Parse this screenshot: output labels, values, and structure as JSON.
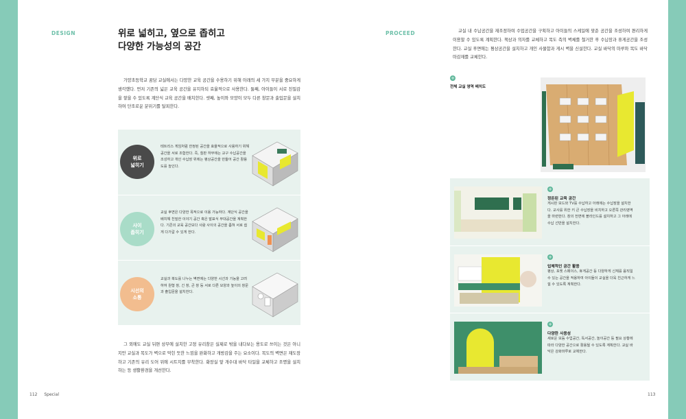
{
  "left": {
    "section_label": "DESIGN",
    "headline_l1": "위로 넓히고, 옆으로 좁히고",
    "headline_l2": "다양한 가능성의 공간",
    "intro": "가양초등학교 꿈담 교실에서는 다양한 교육 공간을 수용하기 위해 아래의 세 가지 부분을 중요하게 생각했다. 먼저 기존의 넓은 교육 공간을 유지하되 효율적으로 사용한다. 둘째, 아이들이 서로 친밀감을 쌓을 수 있도록 계단식 교육 공간을 배치한다. 셋째, 높이와 모양이 모두 다른 창문과 출입문을 설치하여 단조로운 분위기를 탈피한다.",
    "rows": [
      {
        "circle": "위로\n넓히기",
        "color": "#4a4a4a",
        "text": "테트리스 게임처럼 한정된 공간을 효율적으로 사용하기 위해 공간을 서로 조합한다. 즉, 칠판 하부에는 교구 수납공간을 조성하고 개인 수납장 위에는 평상공간을 만들어 공간 활용도를 높인다."
      },
      {
        "circle": "사이\n좁히기",
        "color": "#a9dcc8",
        "text": "교실 후면은 다양한 목적으로 이용 가능하다. 계단식 공간을 배치해 친밀한 이야기 공간 혹은 발표식 무대공간을 계획한다. 기존의 교육 공간보다 사람 사이의 공간을 좁혀 서로 쉽게 다가갈 수 있게 한다."
      },
      {
        "circle": "시선의\n소통",
        "color": "#f2bd8f",
        "text": "교실과 복도를 나누는 벽면에는 다양한 시선과 기능을 고려하여 원형 창, 긴 창, 큰 창 등 서로 다른 모양과 높이의 창문과 출입문을 설치한다."
      }
    ],
    "outro": "그 외에도 교실 뒤편 상부에 설치한 고정 유리창은 실제로 밖을 내다보는 용도로 쓰이는 것은 아니지만 교실과 복도가 벽으로 막힌 듯한 느낌을 완화하고 개방감을 주는 요소이다. 복도의 벽면은 재도장하고 기존의 유리 도어 위에 시트지를 부착한다. 화장실 앞 개수대 바닥 타일을 교체하고 조명을 설치하는 등 생활환경을 개선한다.",
    "folio_num": "112",
    "folio_text": "Special"
  },
  "right": {
    "section_label": "PROCEED",
    "intro": "교실 내 수납공간을 재조정하여 수업공간을 구획하고 아이들의 스케일에 맞춘 공간을 조성하여 편리하게 이용할 수 있도록 계획한다. 책상과 의자를 교체하고 복도 측의 벽체를 철거한 후 수납장과 휴게공간을 조성한다. 교실 후면에는 평상공간을 설치하고 개인 사물함과 게시 벽을 신설한다. 교실 바닥의 마루와 복도 바닥 마감재를 교체한다.",
    "plan_label": "전체 교실 영역 배치도",
    "plus": "+",
    "panels": [
      {
        "title": "정돈된 교육 공간",
        "text": "게시판 보드와 TV를 수납하고 아래에는 수납장을 설치한다. 교사를 위한 키 큰 수납장을 비치하고 오른쪽 관리영역을 마련한다. 창의 전면에 블라인드를 설치하고 그 아래에 수납 선반을 설치한다."
      },
      {
        "title": "입체적인 공간 활용",
        "text": "평상, 포켓 스페이스, 휴게공간 등 다양하게 신체를 움직일 수 있는 공간을 적용하여 아이들이 교실을 더욱 친근하게 느낄 수 있도록 계획한다."
      },
      {
        "title": "다양한 사용성",
        "text": "새로운 모둠 수업공간, 독서공간, 놀이공간 등 필요 상황에 따라 다양한 공간으로 활용될 수 있도록 계획한다. 교실 바닥은 강화마루로 교체한다."
      }
    ],
    "folio_num": "113"
  },
  "colors": {
    "band": "#86cbb8",
    "accent": "#6cbfa8",
    "panel_bg": "#e8f2ee"
  }
}
